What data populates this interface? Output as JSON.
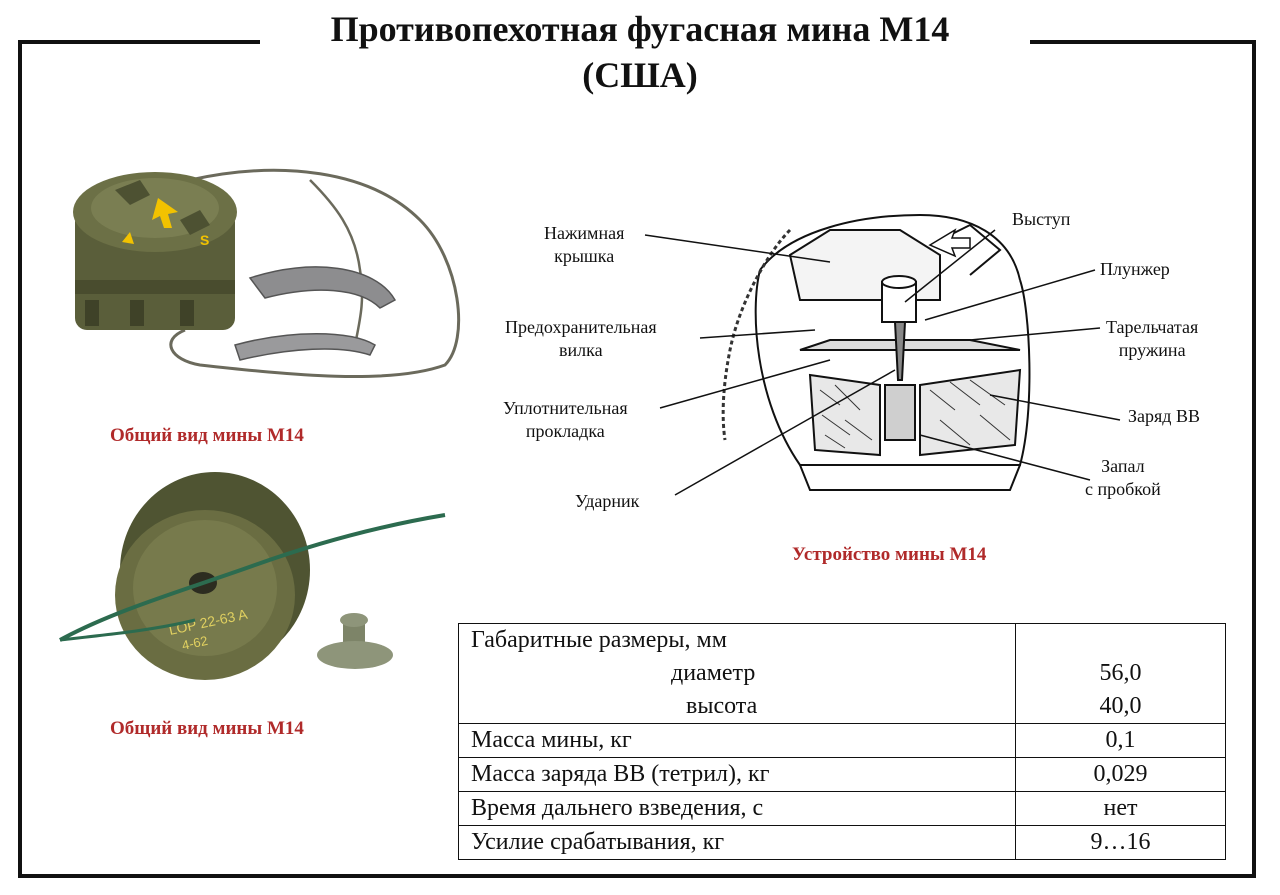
{
  "title": {
    "line1": "Противопехотная фугасная мина М14",
    "line2": "(США)"
  },
  "captions": {
    "photo_top": "Общий вид мины М14",
    "photo_bottom": "Общий вид мины М14",
    "diagram": "Устройство мины М14"
  },
  "photo_markings": {
    "body": "LOP 22-63 A",
    "line2": "4-62",
    "cap_letter": "S"
  },
  "diagram_labels": {
    "cover": [
      "Нажимная",
      "крышка"
    ],
    "ledge": "Выступ",
    "plunger": "Плунжер",
    "safety_fork": [
      "Предохранительная",
      "вилка"
    ],
    "spring": [
      "Тарельчатая",
      "пружина"
    ],
    "gasket": [
      "Уплотнительная",
      "прокладка"
    ],
    "charge": "Заряд ВВ",
    "fuze": [
      "Запал",
      "с пробкой"
    ],
    "striker": "Ударник"
  },
  "specs": {
    "dimensions_label": "Габаритные размеры, мм",
    "diameter_label": "диаметр",
    "diameter_value": "56,0",
    "height_label": "высота",
    "height_value": "40,0",
    "rows": [
      {
        "label": "Масса мины, кг",
        "value": "0,1"
      },
      {
        "label": "Масса заряда ВВ (тетрил), кг",
        "value": "0,029"
      },
      {
        "label": "Время дальнего взведения, с",
        "value": "нет"
      },
      {
        "label": "Усилие срабатывания, кг",
        "value": "9…16"
      }
    ]
  },
  "colors": {
    "frame": "#111111",
    "caption": "#b02a2a",
    "olive": "#5a5e3a",
    "arrow": "#f2c200"
  }
}
